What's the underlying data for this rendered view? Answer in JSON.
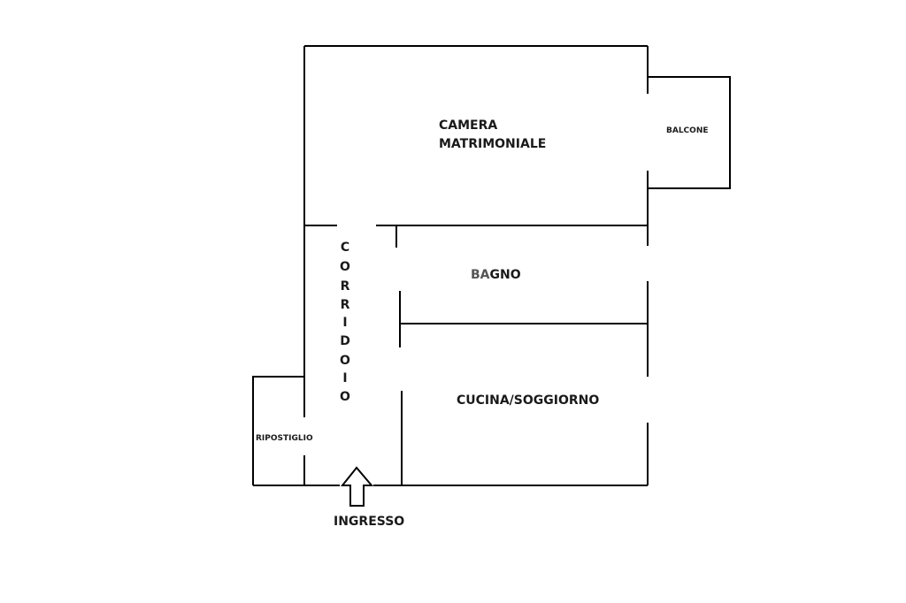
{
  "rooms": {
    "camera_line1": "CAMERA",
    "camera_line2": "MATRIMONIALE",
    "balcone": "BALCONE",
    "bagno_a": "BA",
    "bagno_b": "GNO",
    "cucina": "CUCINA/SOGGIORNO",
    "ripostiglio": "RIPOSTIGLIO",
    "corridoio": [
      "C",
      "O",
      "R",
      "R",
      "I",
      "D",
      "O",
      "I",
      "O"
    ]
  },
  "entrance": {
    "label": "INGRESSO"
  },
  "colors": {
    "wall": "#000000",
    "text": "#1a1a1a",
    "bagno_prefix": "#555555"
  }
}
